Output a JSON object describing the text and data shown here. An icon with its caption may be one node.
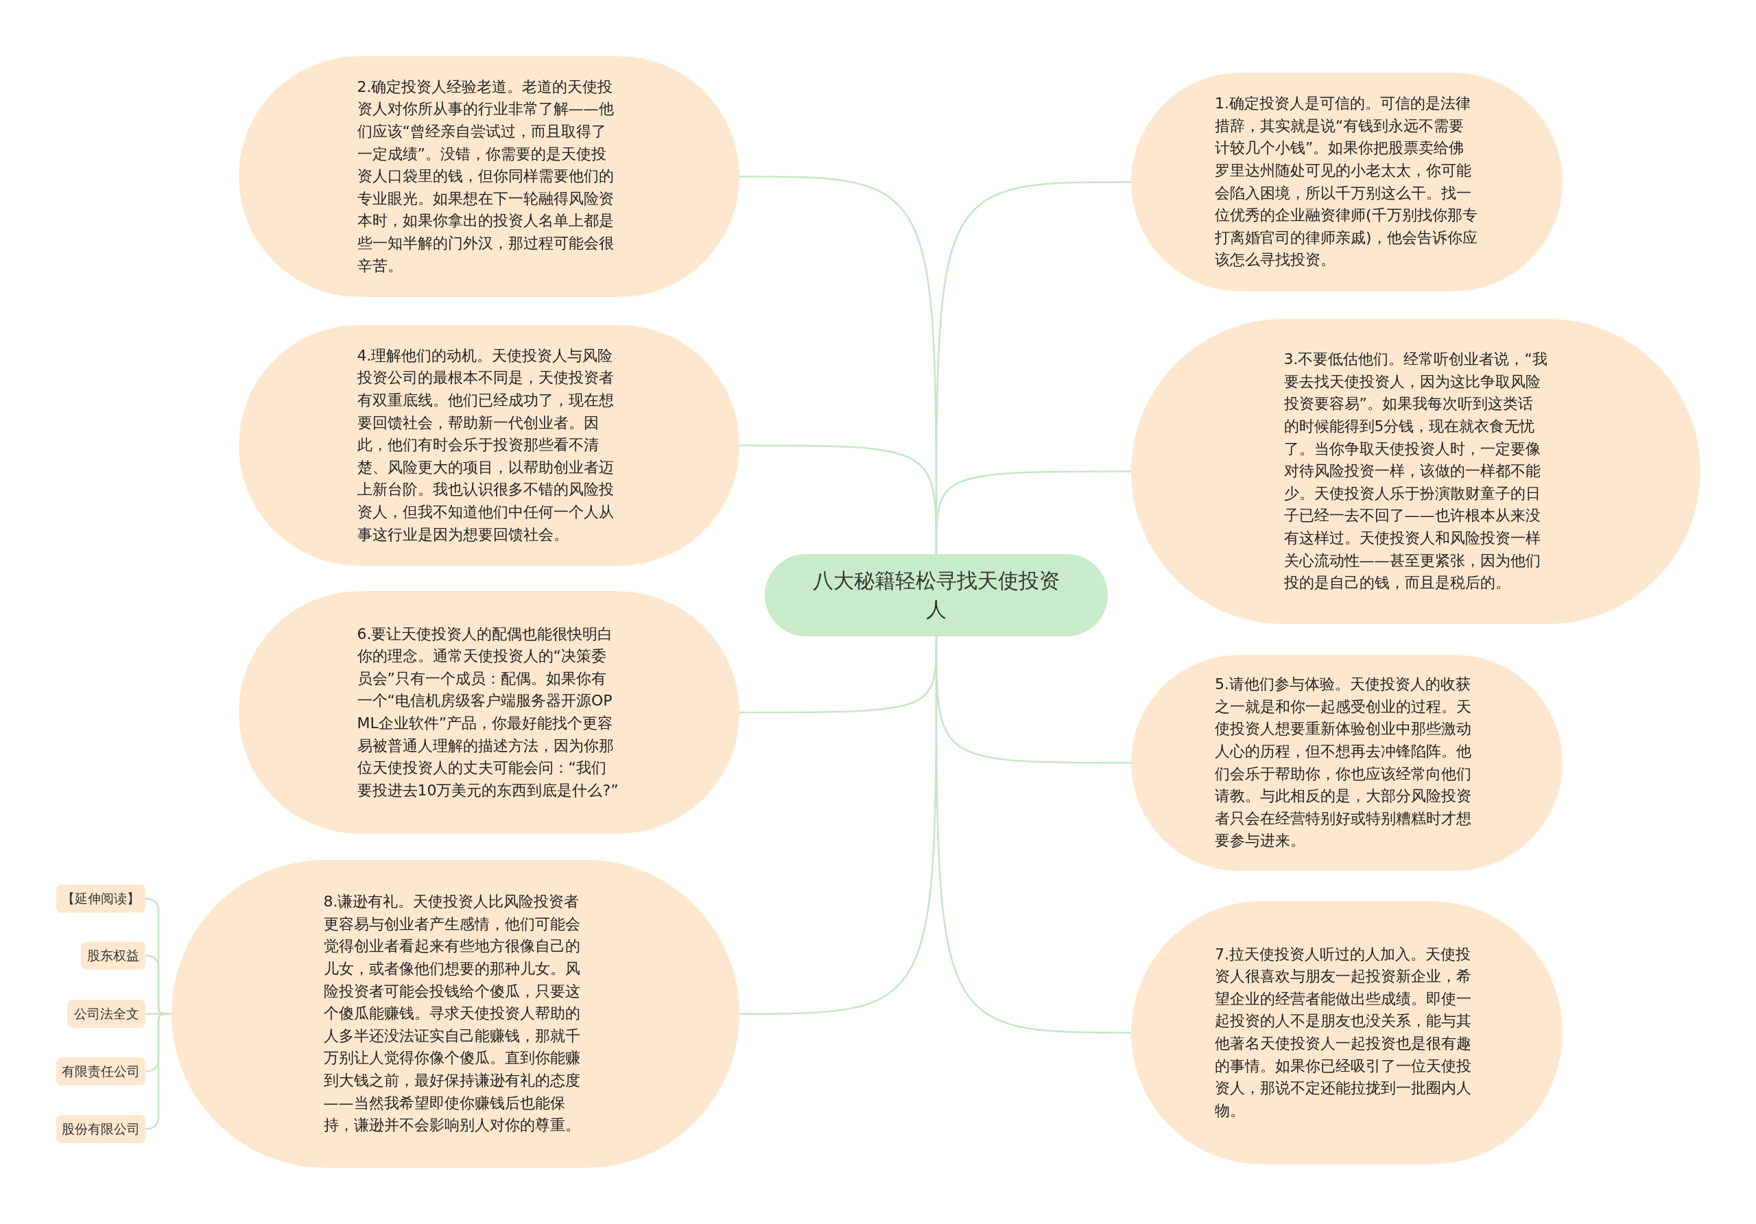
{
  "diagram": {
    "nodes": [
      {
        "text": [
          "八大秘籍轻松寻找天使投资人"
        ]
      },
      {
        "text": [
          "1.确定投资人是可信的。可信的是法律措辞，其实就是说“有钱到永远不需要计较几个小钱”。如果你把股票卖给佛罗里达州随处可见的小老太太，你可能会陷入困境，所以千万别这么干。找一位优秀的企业融资律师(千万别找你那专打离婚官司的律师亲戚)，他会告诉你应该怎么寻找投资。"
        ]
      },
      {
        "text": [
          "2.确定投资人经验老道。老道的天使投资人对你所从事的行业非常了解——他们应该“曾经亲自尝试过，而且取得了一定成绩”。没错，你需要的是天使投资人口袋里的钱，但你同样需要他们的专业眼光。如果想在下一轮融得风险资本时，如果你拿出的投资人名单上都是些一知半解的门外汉，那过程可能会很辛苦。"
        ]
      },
      {
        "text": [
          "3.不要低估他们。经常听创业者说，“我要去找天使投资人，因为这比争取风险投资要容易”。如果我每次听到这类话的时候能得到5分钱，现在就衣食无忧了。当你争取天使投资人时，一定要像对待风险投资一样，该做的一样都不能少。天使投资人乐于扮演散财童子的日子已经一去不回了——也许根本从来没有这样过。天使投资人和风险投资一样关心流动性——甚至更紧张，因为他们投的是自己的钱，而且是税后的。"
        ]
      },
      {
        "text": [
          "4.理解他们的动机。天使投资人与风险投资公司的最根本不同是，天使投资者有双重底线。他们已经成功了，现在想要回馈社会，帮助新一代创业者。因此，他们有时会乐于投资那些看不清楚、风险更大的项目，以帮助创业者迈上新台阶。我也认识很多不错的风险投资人，但我不知道他们中任何一个人从事这行业是因为想要回馈社会。"
        ]
      },
      {
        "text": [
          "5.请他们参与体验。天使投资人的收获之一就是和你一起感受创业的过程。天使投资人想要重新体验创业中那些激动人心的历程，但不想再去冲锋陷阵。他们会乐于帮助你，你也应该经常向他们请教。与此相反的是，大部分风险投资者只会在经营特别好或特别糟糕时才想要参与进来。"
        ]
      },
      {
        "text": [
          "6.要让天使投资人的配偶也能很快明白你的理念。通常天使投资人的“决策委员会”只有一个成员：配偶。如果你有一个“电信机房级客户端服务器开源OPML企业软件”产品，你最好能找个更容易被普通人理解的描述方法，因为你那位天使投资人的丈夫可能会问：“我们要投进去10万美元的东西到底是什么?”"
        ]
      },
      {
        "text": [
          "7.拉天使投资人听过的人加入。天使投资人很喜欢与朋友一起投资新企业，希望企业的经营者能做出些成绩。即使一起投资的人不是朋友也没关系，能与其他著名天使投资人一起投资也是很有趣的事情。如果你已经吸引了一位天使投资人，那说不定还能拉拢到一批圈内人物。"
        ]
      },
      {
        "text": [
          "8.谦逊有礼。天使投资人比风险投资者更容易与创业者产生感情，他们可能会觉得创业者看起来有些地方很像自己的儿女，或者像他们想要的那种儿女。风险投资者可能会投钱给个傻瓜，只要这个傻瓜能赚钱。寻求天使投资人帮助的人多半还没法证实自己能赚钱，那就千万别让人觉得你像个傻瓜。直到你能赚到大钱之前，最好保持谦逊有礼的态度——当然我希望即使你赚钱后也能保持，谦逊并不会影响别人对你的尊重。"
        ]
      },
      {
        "text": [
          "【延伸阅读】"
        ]
      },
      {
        "text": [
          "股东权益"
        ]
      },
      {
        "text": [
          "公司法全文"
        ]
      },
      {
        "text": [
          "有限责任公司"
        ]
      },
      {
        "text": [
          "股份有限公司"
        ]
      }
    ],
    "edges": [
      {
        "from": 0,
        "to": 1,
        "arrow": "none"
      },
      {
        "from": 0,
        "to": 2,
        "arrow": "none"
      },
      {
        "from": 0,
        "to": 3,
        "arrow": "none"
      },
      {
        "from": 0,
        "to": 4,
        "arrow": "none"
      },
      {
        "from": 0,
        "to": 5,
        "arrow": "none"
      },
      {
        "from": 0,
        "to": 6,
        "arrow": "none"
      },
      {
        "from": 0,
        "to": 7,
        "arrow": "none"
      },
      {
        "from": 0,
        "to": 8,
        "arrow": "none"
      },
      {
        "from": 8,
        "to": 9,
        "arrow": "none"
      },
      {
        "from": 8,
        "to": 10,
        "arrow": "none"
      },
      {
        "from": 8,
        "to": 11,
        "arrow": "none"
      },
      {
        "from": 8,
        "to": 12,
        "arrow": "none"
      },
      {
        "from": 8,
        "to": 13,
        "arrow": "none"
      }
    ]
  }
}
